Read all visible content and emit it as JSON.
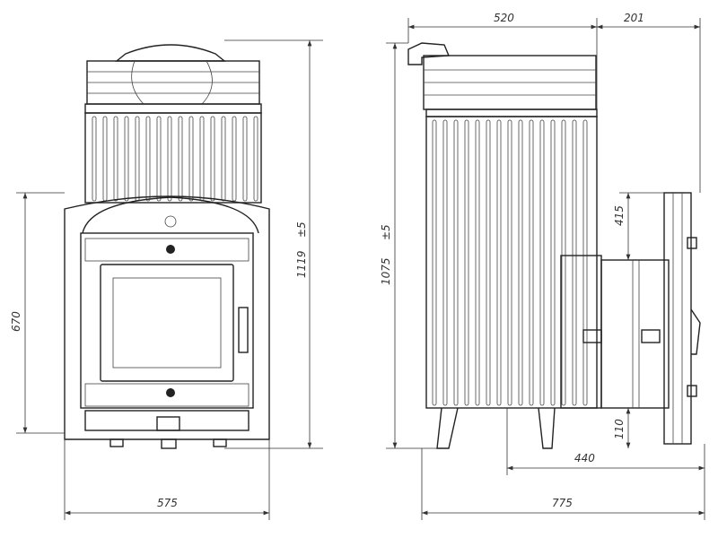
{
  "dimensions": {
    "front_width": "575",
    "front_firebox_height": "670",
    "front_total_height": "1119",
    "front_total_tol": "±5",
    "side_total_height": "1075",
    "side_total_tol": "±5",
    "side_top_depth": "520",
    "side_top_extra": "201",
    "side_total_depth": "775",
    "tunnel_length": "440",
    "tunnel_height": "415",
    "tunnel_floor": "110"
  }
}
